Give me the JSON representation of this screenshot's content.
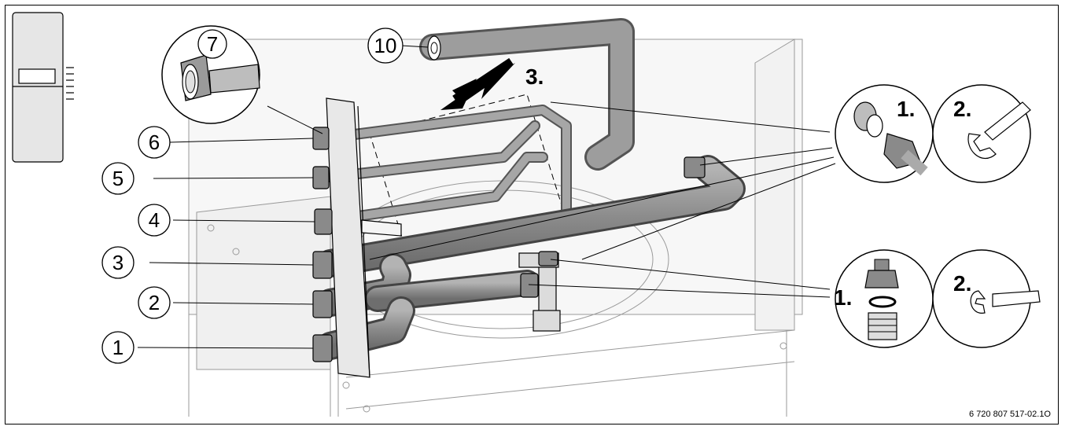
{
  "callouts": {
    "c1": "1",
    "c2": "2",
    "c3": "3",
    "c4": "4",
    "c5": "5",
    "c6": "6",
    "c7": "7",
    "c10": "10"
  },
  "steps": {
    "s3": "3.",
    "top_1": "1.",
    "top_2": "2.",
    "bottom_1": "1.",
    "bottom_2": "2."
  },
  "figure_id": "6 720 807 517-02.1O"
}
